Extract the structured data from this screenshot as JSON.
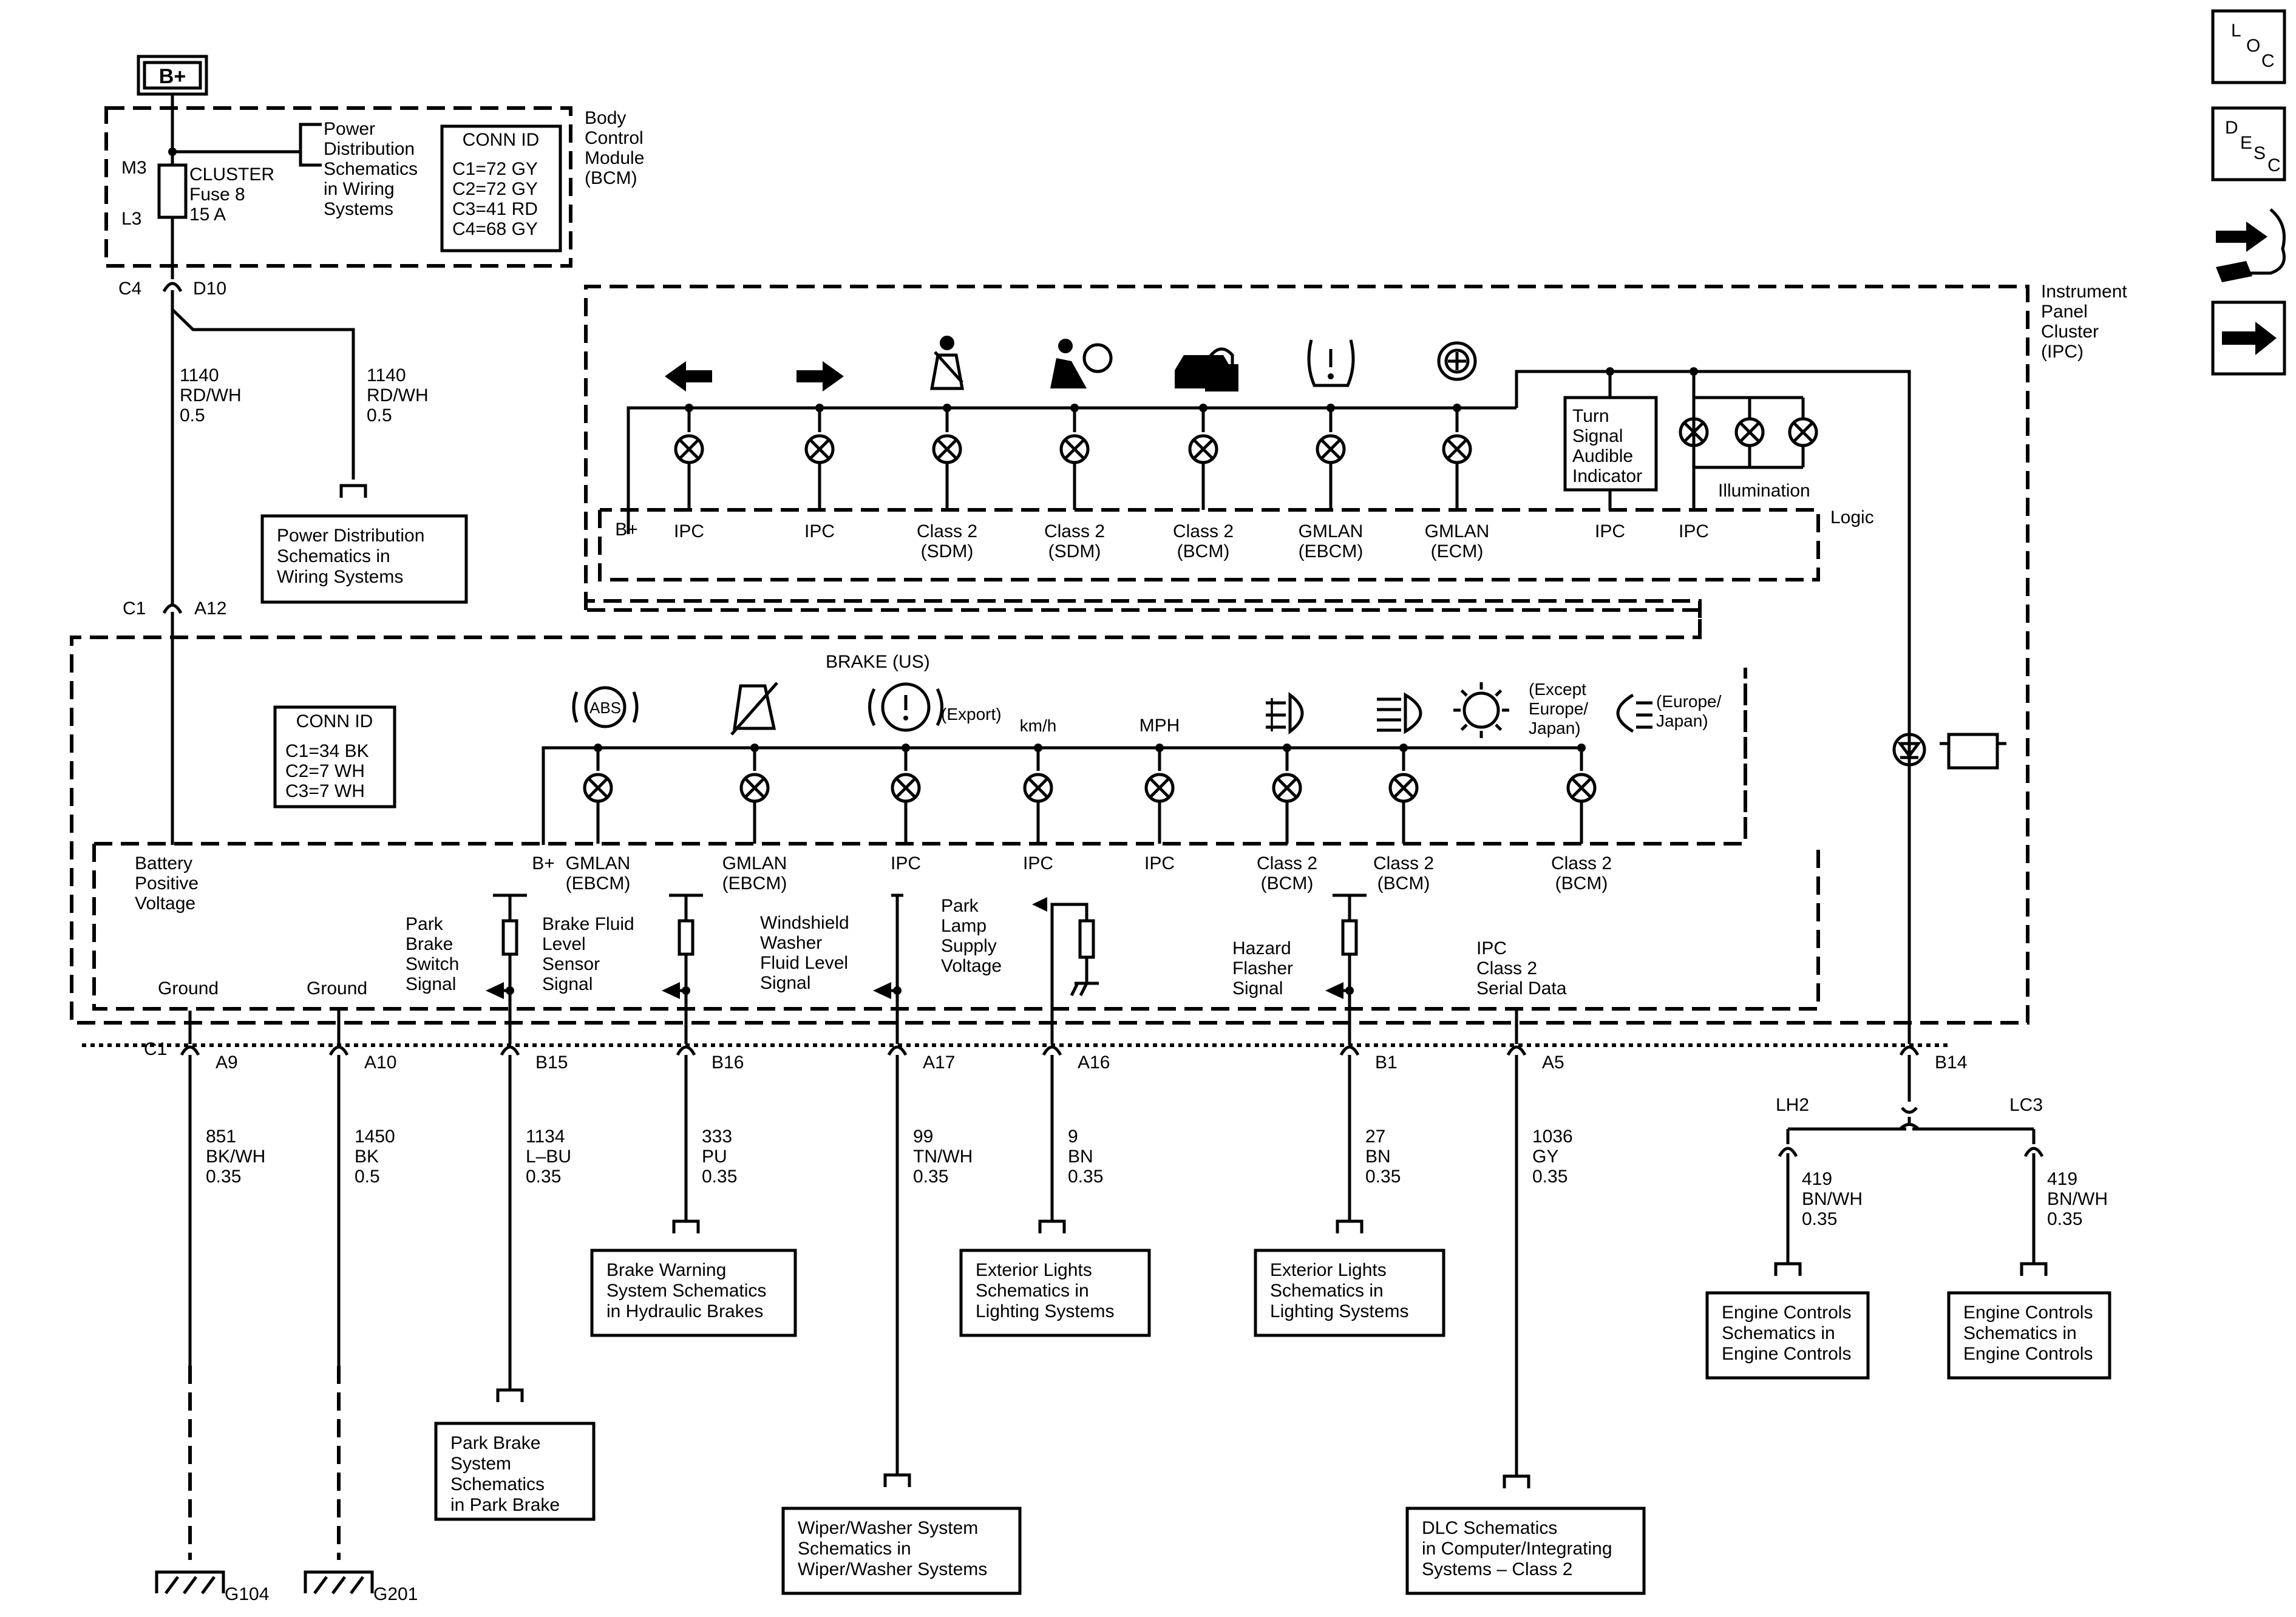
{
  "supply": {
    "label": "B+"
  },
  "bcm": {
    "name": [
      "Body",
      "Control",
      "Module",
      "(BCM)"
    ],
    "fuse": [
      "CLUSTER",
      "Fuse 8",
      "15 A"
    ],
    "fuse_pins": [
      "M3",
      "L3"
    ],
    "power_ref": [
      "Power",
      "Distribution",
      "Schematics",
      "in Wiring",
      "Systems"
    ],
    "conn_title": "CONN ID",
    "conn": [
      "C1=72 GY",
      "C2=72 GY",
      "C3=41 RD",
      "C4=68 GY"
    ],
    "out_conn": "C4",
    "out_pin": "D10"
  },
  "wire_bcm_ipc": [
    "1140",
    "RD/WH",
    "0.5"
  ],
  "wire_bcm_pd": [
    "1140",
    "RD/WH",
    "0.5"
  ],
  "pd_box": [
    "Power Distribution",
    "Schematics in",
    "Wiring Systems"
  ],
  "ipc_in": {
    "conn": "C1",
    "pin": "A12"
  },
  "ipc": {
    "name": [
      "Instrument",
      "Panel",
      "Cluster",
      "(IPC)"
    ],
    "logic": "Logic",
    "turn_signal": [
      "Turn",
      "Signal",
      "Audible",
      "Indicator"
    ],
    "illumination": "Illumination",
    "upper_bplus": "B+",
    "upper_labels": [
      [
        "IPC"
      ],
      [
        "IPC"
      ],
      [
        "Class 2",
        "(SDM)"
      ],
      [
        "Class 2",
        "(SDM)"
      ],
      [
        "Class 2",
        "(BCM)"
      ],
      [
        "GMLAN",
        "(EBCM)"
      ],
      [
        "GMLAN",
        "(ECM)"
      ],
      [
        "IPC"
      ],
      [
        "IPC"
      ]
    ],
    "conn_title": "CONN ID",
    "conn": [
      "C1=34 BK",
      "C2=7 WH",
      "C3=7 WH"
    ],
    "brake_us": "BRAKE  (US)",
    "export": "(Export)",
    "kmh": "km/h",
    "mph": "MPH",
    "except": [
      "(Except",
      "Europe/",
      "Japan)"
    ],
    "europe": [
      "(Europe/",
      "Japan)"
    ],
    "abs": "ABS",
    "lower_bplus": "B+",
    "lower_labels": [
      [
        "GMLAN",
        "(EBCM)"
      ],
      [
        "GMLAN",
        "(EBCM)"
      ],
      [
        "IPC"
      ],
      [
        "IPC"
      ],
      [
        "IPC"
      ],
      [
        "Class 2",
        "(BCM)"
      ],
      [
        "Class 2",
        "(BCM)"
      ],
      [
        "Class 2",
        "(BCM)"
      ]
    ],
    "battery": [
      "Battery",
      "Positive",
      "Voltage"
    ],
    "ground": "Ground",
    "park_brake": [
      "Park",
      "Brake",
      "Switch",
      "Signal"
    ],
    "brake_fluid": [
      "Brake Fluid",
      "Level",
      "Sensor",
      "Signal"
    ],
    "washer": [
      "Windshield",
      "Washer",
      "Fluid Level",
      "Signal"
    ],
    "park_lamp": [
      "Park",
      "Lamp",
      "Supply",
      "Voltage"
    ],
    "hazard": [
      "Hazard",
      "Flasher",
      "Signal"
    ],
    "serial": [
      "IPC",
      "Class 2",
      "Serial Data"
    ]
  },
  "bottom_conn": "C1",
  "pins": [
    "A9",
    "A10",
    "B15",
    "B16",
    "A17",
    "A16",
    "B1",
    "A5",
    "B14"
  ],
  "wires": [
    [
      "851",
      "BK/WH",
      "0.35"
    ],
    [
      "1450",
      "BK",
      "0.5"
    ],
    [
      "1134",
      "L–BU",
      "0.35"
    ],
    [
      "333",
      "PU",
      "0.35"
    ],
    [
      "99",
      "TN/WH",
      "0.35"
    ],
    [
      "9",
      "BN",
      "0.35"
    ],
    [
      "27",
      "BN",
      "0.35"
    ],
    [
      "1036",
      "GY",
      "0.35"
    ]
  ],
  "splice": [
    "LH2",
    "LC3"
  ],
  "wire_lh2": [
    "419",
    "BN/WH",
    "0.35"
  ],
  "wire_lc3": [
    "419",
    "BN/WH",
    "0.35"
  ],
  "refs": {
    "brake_warning": [
      "Brake Warning",
      "System Schematics",
      "in Hydraulic Brakes"
    ],
    "ext1": [
      "Exterior Lights",
      "Schematics in",
      "Lighting Systems"
    ],
    "ext2": [
      "Exterior Lights",
      "Schematics in",
      "Lighting Systems"
    ],
    "eng1": [
      "Engine Controls",
      "Schematics in",
      "Engine Controls"
    ],
    "eng2": [
      "Engine Controls",
      "Schematics in",
      "Engine Controls"
    ],
    "park_brake": [
      "Park Brake",
      "System",
      "Schematics",
      "in Park Brake"
    ],
    "wiper": [
      "Wiper/Washer System",
      "Schematics in",
      "Wiper/Washer Systems"
    ],
    "dlc": [
      "DLC Schematics",
      "in Computer/Integrating",
      "Systems – Class 2"
    ]
  },
  "grounds": [
    "G104",
    "G201"
  ],
  "nav": {
    "loc": [
      "L",
      "O",
      "C"
    ],
    "desc": [
      "D",
      "E",
      "S",
      "C"
    ]
  }
}
